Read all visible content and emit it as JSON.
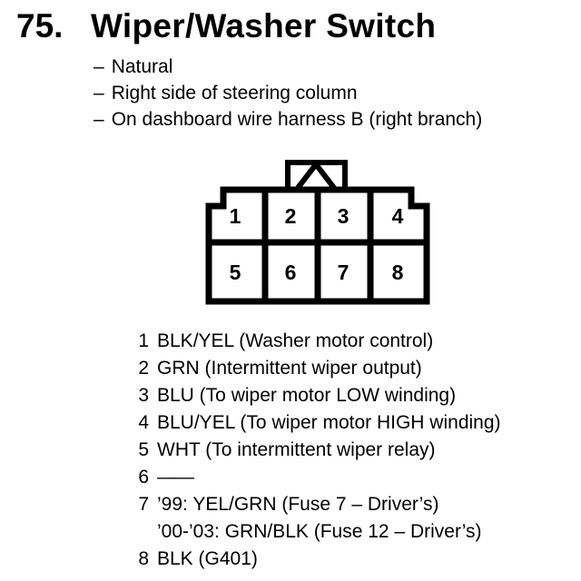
{
  "header": {
    "number": "75.",
    "title": "Wiper/Washer Switch",
    "bullet_prefix": "–",
    "bullets": [
      "Natural",
      "Right side of steering column",
      "On dashboard wire harness B (right branch)"
    ]
  },
  "connector": {
    "description": "8-cavity connector, 2 rows of 4, lock tab on top",
    "cells": [
      "1",
      "2",
      "3",
      "4",
      "5",
      "6",
      "7",
      "8"
    ]
  },
  "pins": [
    {
      "num": "1",
      "desc": "BLK/YEL (Washer motor control)"
    },
    {
      "num": "2",
      "desc": "GRN (Intermittent wiper output)"
    },
    {
      "num": "3",
      "desc": "BLU (To wiper motor LOW winding)"
    },
    {
      "num": "4",
      "desc": "BLU/YEL (To wiper motor HIGH winding)"
    },
    {
      "num": "5",
      "desc": "WHT (To intermittent wiper relay)"
    },
    {
      "num": "6",
      "desc": "——"
    },
    {
      "num": "7",
      "desc": "’99: YEL/GRN (Fuse 7 – Driver’s)",
      "desc2": "’00-’03: GRN/BLK (Fuse 12 – Driver’s)"
    },
    {
      "num": "8",
      "desc": "BLK (G401)"
    }
  ],
  "colors": {
    "ink": "#000000",
    "background": "#ffffff"
  }
}
